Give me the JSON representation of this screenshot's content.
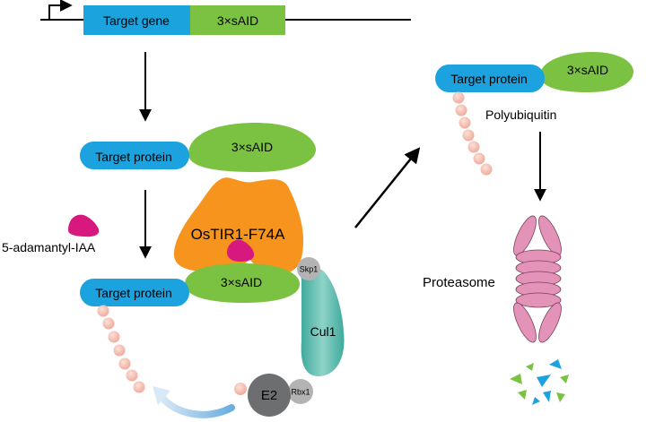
{
  "gene_construct": {
    "gene_label": "Target gene",
    "tag_label": "3×sAID"
  },
  "step1": {
    "protein_label": "Target protein",
    "tag_label": "3×sAID"
  },
  "complex": {
    "ligand_label": "5-adamantyl-IAA",
    "receptor_label": "OsTIR1-F74A",
    "protein_label": "Target protein",
    "tag_label": "3×sAID",
    "skp1_label": "Skp1",
    "cul1_label": "Cul1",
    "rbx1_label": "Rbx1",
    "e2_label": "E2"
  },
  "ubiquitinated": {
    "protein_label": "Target protein",
    "tag_label": "3×sAID",
    "polyubiquitin_label": "Polyubiquitin"
  },
  "proteasome": {
    "label": "Proteasome"
  },
  "colors": {
    "gene_blue": "#1ba3dd",
    "protein_blue": "#1ca3df",
    "tag_green": "#7cc242",
    "receptor_orange": "#f7941d",
    "ligand_magenta": "#d6187f",
    "ubiquitin_peach": "#f4bfb0",
    "cul1_teal": "#5bbcb0",
    "skp1_gray": "#b3b3b3",
    "e2_gray": "#6d6e70",
    "proteasome_pink": "#e392b8",
    "recycle_arrow": "#a7cdea"
  }
}
